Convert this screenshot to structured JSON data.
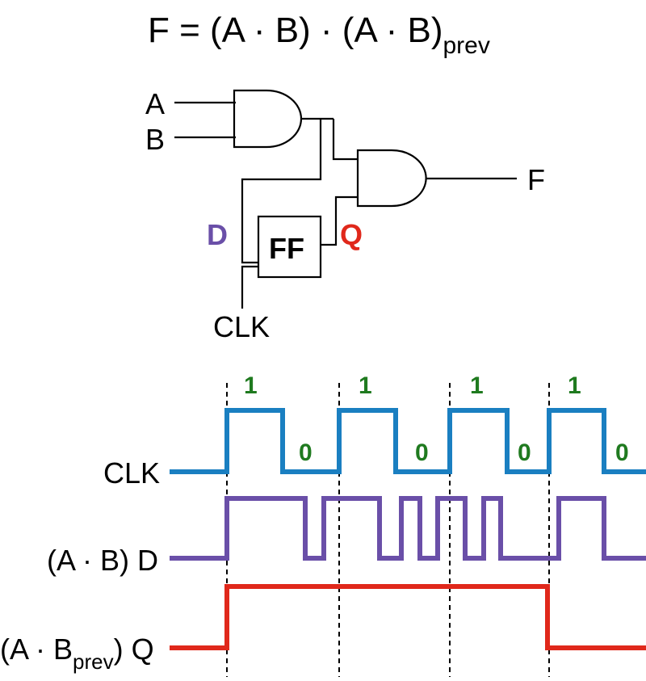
{
  "title": {
    "main": "F = (A · B) · (A · B)",
    "subscript": "prev"
  },
  "circuit": {
    "input_a": "A",
    "input_b": "B",
    "output": "F",
    "flipflop_label": "FF",
    "d_label": "D",
    "q_label": "Q",
    "clk_label": "CLK"
  },
  "colors": {
    "clk": "#1a7fc1",
    "d": "#6a4fa8",
    "q": "#e0281b",
    "levels": "#1f7a1f",
    "wire": "#000000"
  },
  "timing": {
    "signal_labels": {
      "clk": "CLK",
      "d": "(A · B) D",
      "q_prefix": "(A · B",
      "q_sub": "prev",
      "q_suffix": ") Q"
    },
    "clock_levels": [
      {
        "high": "1",
        "low": "0"
      },
      {
        "high": "1",
        "low": "0"
      },
      {
        "high": "1",
        "low": "0"
      },
      {
        "high": "1",
        "low": "0"
      }
    ]
  }
}
